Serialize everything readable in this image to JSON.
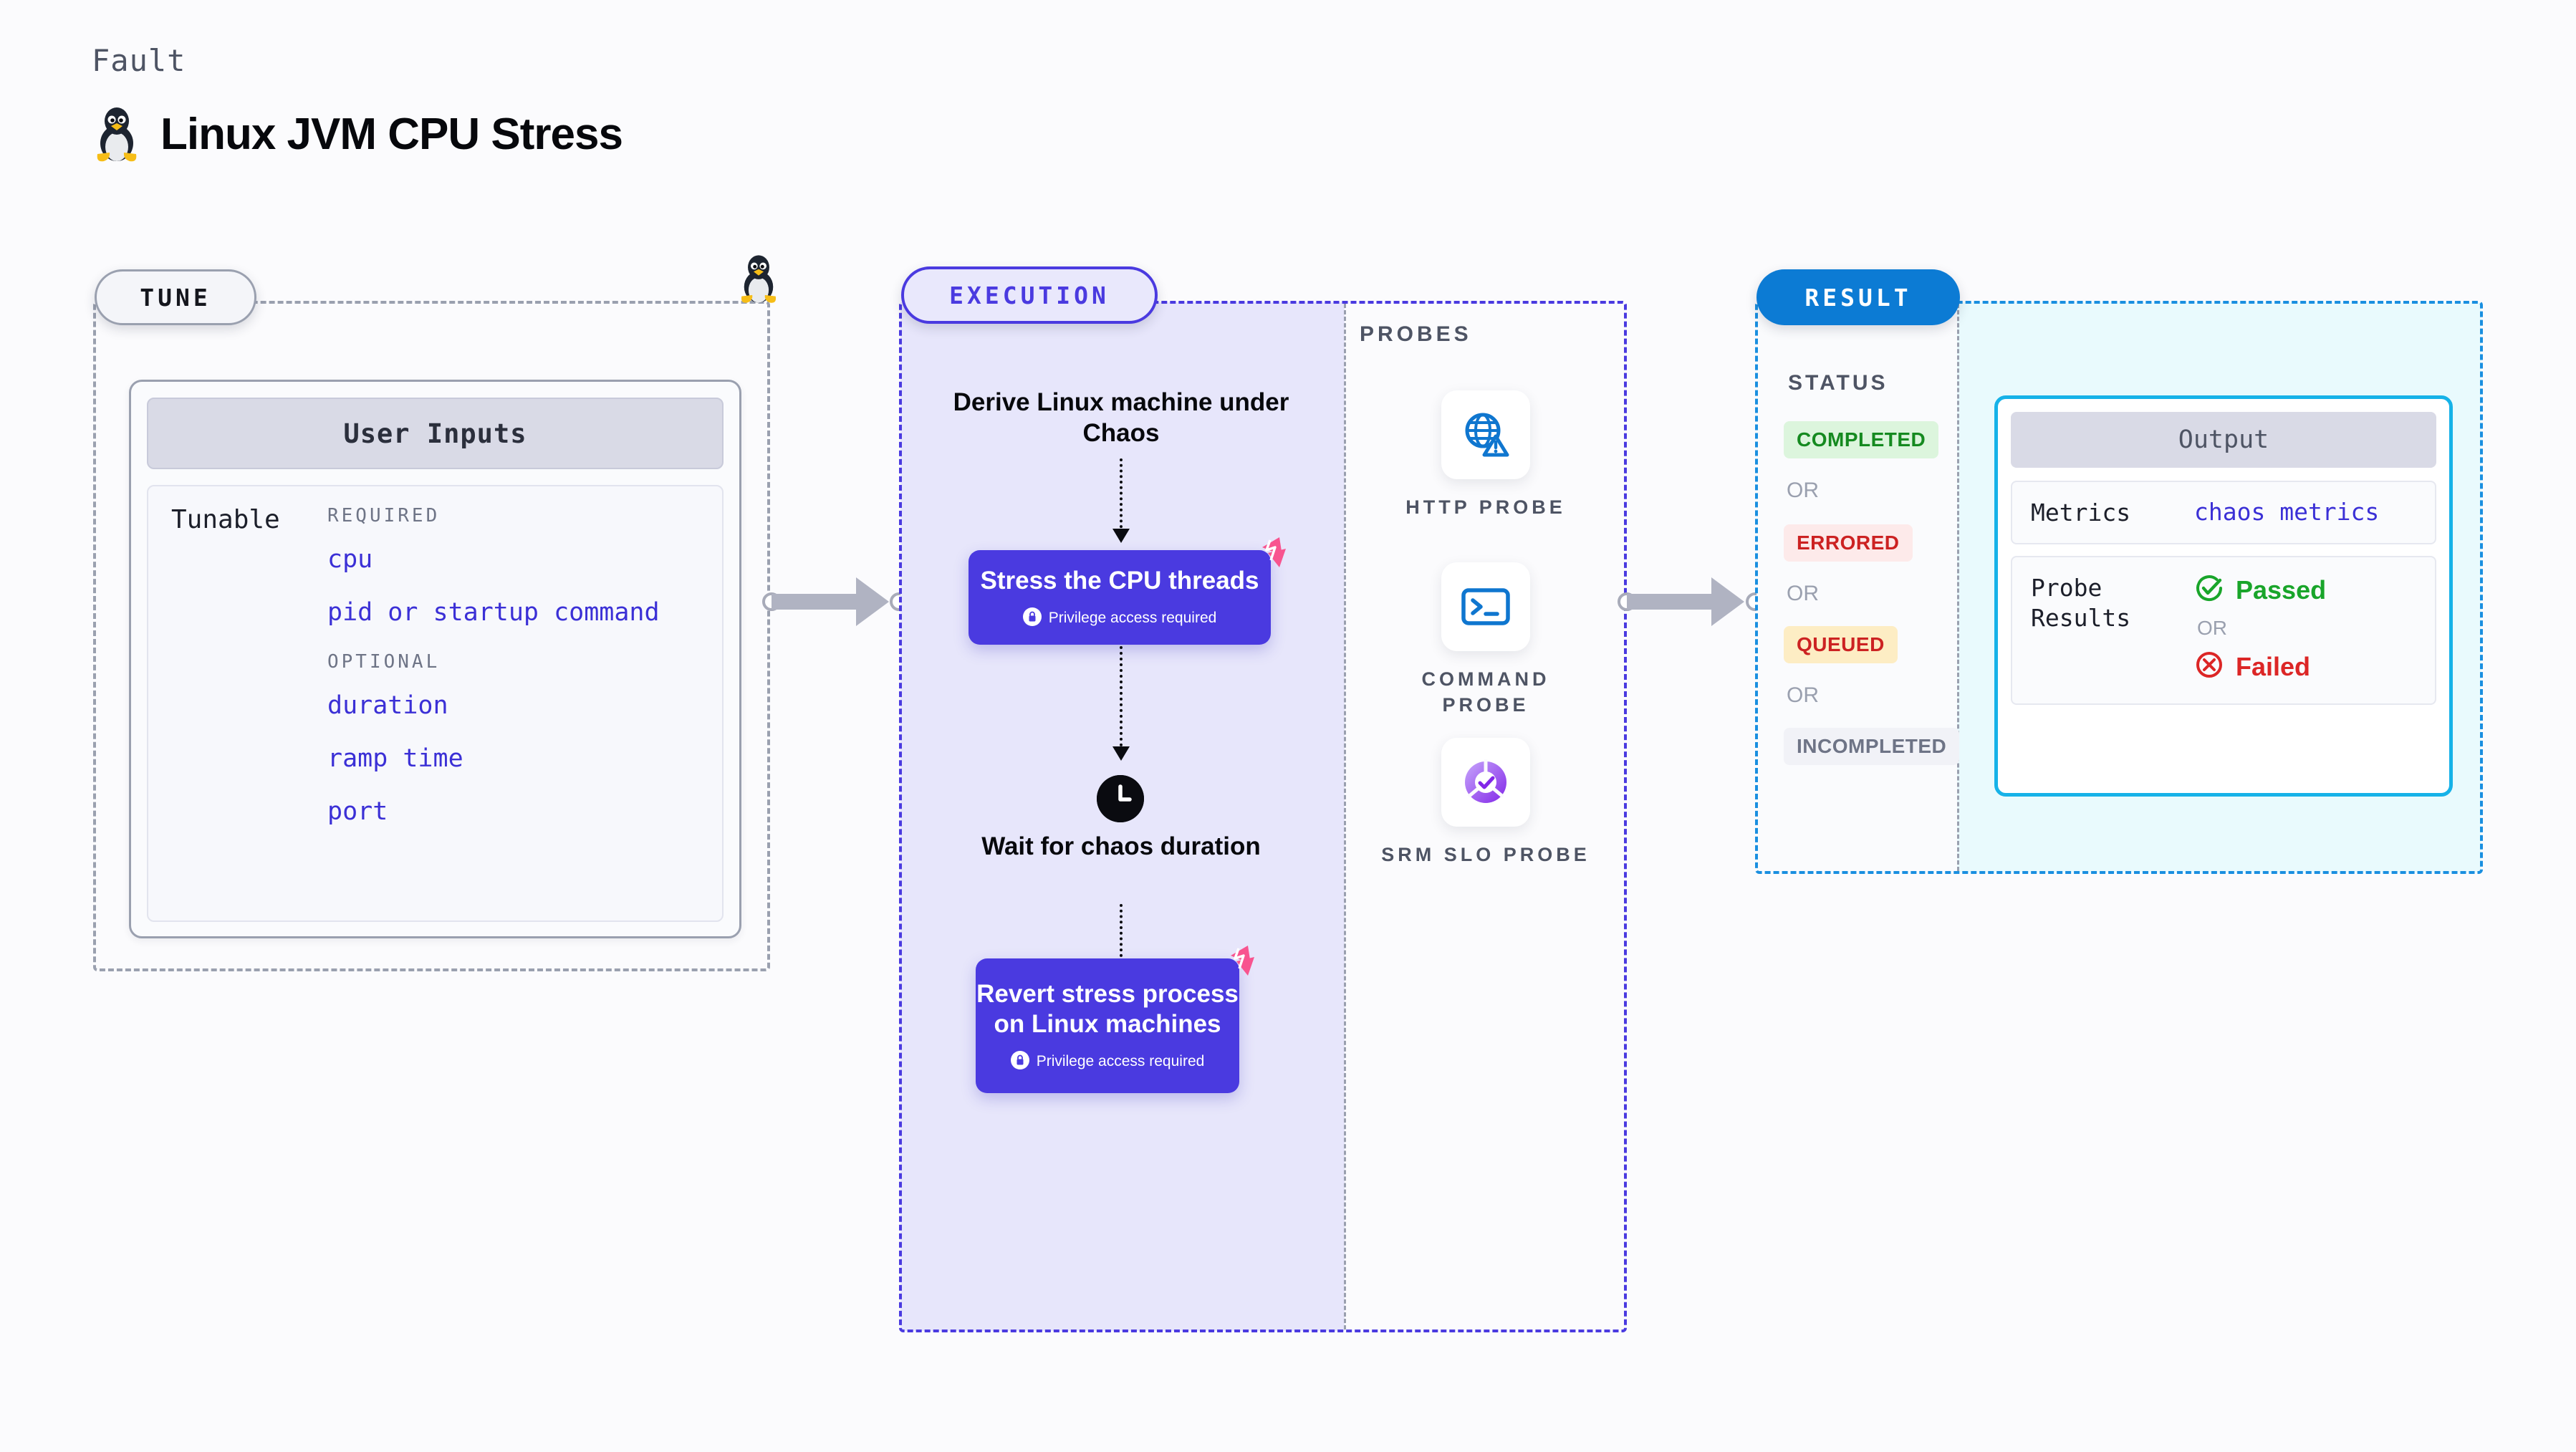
{
  "header": {
    "eyebrow": "Fault",
    "title": "Linux JVM CPU Stress",
    "icon": "tux-penguin-icon"
  },
  "tune": {
    "badge": "TUNE",
    "card_header": "User Inputs",
    "tunable_label": "Tunable",
    "groups": [
      {
        "label": "REQUIRED",
        "params": [
          "cpu",
          "pid or startup command"
        ]
      },
      {
        "label": "OPTIONAL",
        "params": [
          "duration",
          "ramp time",
          "port"
        ]
      }
    ]
  },
  "execution": {
    "badge": "EXECUTION",
    "steps": [
      {
        "type": "label",
        "text": "Derive Linux machine under Chaos"
      },
      {
        "type": "card",
        "title": "Stress the CPU threads",
        "note": "Privilege access required",
        "note_icon": "lock-icon",
        "corner_icon": "harness-chaos-icon"
      },
      {
        "type": "label",
        "icon": "clock-icon",
        "text": "Wait for chaos duration"
      },
      {
        "type": "card",
        "title": "Revert stress process on Linux machines",
        "note": "Privilege access required",
        "note_icon": "lock-icon",
        "corner_icon": "harness-chaos-icon"
      }
    ]
  },
  "probes": {
    "title": "PROBES",
    "items": [
      {
        "label": "HTTP  PROBE",
        "icon": "globe-warning-icon"
      },
      {
        "label": "COMMAND PROBE",
        "icon": "terminal-icon"
      },
      {
        "label": "SRM  SLO PROBE",
        "icon": "slo-donut-check-icon"
      }
    ]
  },
  "result": {
    "badge": "RESULT",
    "status_title": "STATUS",
    "or_text": "OR",
    "statuses": [
      {
        "label": "COMPLETED",
        "bg": "#dcf5dd",
        "fg": "#158a20"
      },
      {
        "label": "ERRORED",
        "bg": "#fdeaea",
        "fg": "#cc2222"
      },
      {
        "label": "QUEUED",
        "bg": "#fdedc4",
        "fg": "#cc2222"
      },
      {
        "label": "INCOMPLETED",
        "bg": "#f1f2f7",
        "fg": "#6e7486"
      }
    ],
    "output": {
      "header": "Output",
      "metrics_key": "Metrics",
      "metrics_value": "chaos metrics",
      "probe_results_key": "Probe Results",
      "passed_label": "Passed",
      "failed_label": "Failed",
      "or_text": "OR",
      "passed_icon": "check-circle-icon",
      "failed_icon": "x-circle-icon"
    }
  },
  "colors": {
    "accent_indigo": "#4a3ae0",
    "accent_blue": "#0c7bd4",
    "accent_cyan": "#16b2e8",
    "pink": "#f8548f",
    "grey_dash": "#9aa0af"
  }
}
